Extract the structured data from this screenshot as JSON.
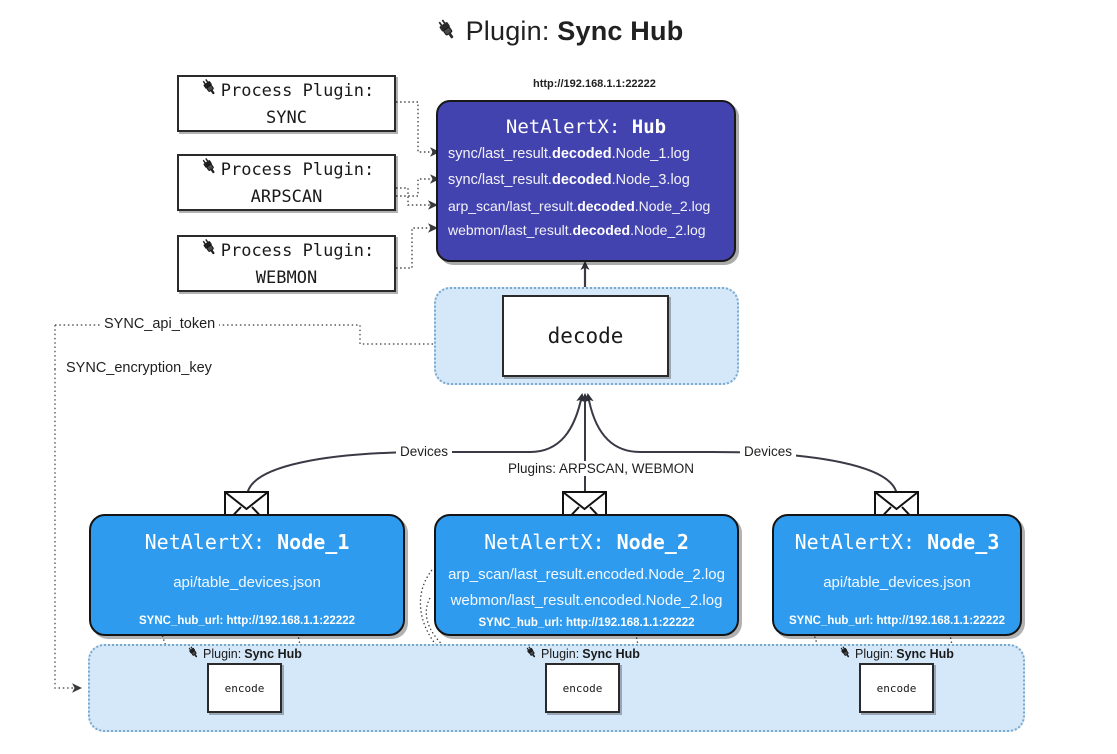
{
  "title": {
    "icon": "plug-icon",
    "prefix": "Plugin:",
    "name": "Sync Hub"
  },
  "process_plugins": [
    {
      "icon": "plug-icon",
      "line1": "Process Plugin:",
      "line2": "SYNC"
    },
    {
      "icon": "plug-icon",
      "line1": "Process Plugin:",
      "line2": "ARPSCAN"
    },
    {
      "icon": "plug-icon",
      "line1": "Process Plugin:",
      "line2": "WEBMON"
    }
  ],
  "hub": {
    "url": "http://192.168.1.1:22222",
    "title_prefix": "NetAlertX:",
    "title_name": "Hub",
    "lines": [
      {
        "pre": "sync/last_result.",
        "bold": "decoded",
        "post": ".Node_1.log"
      },
      {
        "pre": "sync/last_result.",
        "bold": "decoded",
        "post": ".Node_3.log"
      },
      {
        "pre": "arp_scan/last_result.",
        "bold": "decoded",
        "post": ".Node_2.log"
      },
      {
        "pre": "webmon/last_result.",
        "bold": "decoded",
        "post": ".Node_2.log"
      }
    ],
    "bg_color": "#4343b0"
  },
  "decode": {
    "label": "decode",
    "cluster_color": "#d4e8fa"
  },
  "settings": {
    "api_token": "SYNC_api_token",
    "encryption_key": "SYNC_encryption_key"
  },
  "edge_labels": {
    "devices_left": "Devices",
    "devices_right": "Devices",
    "plugins_center": "Plugins: ARPSCAN, WEBMON"
  },
  "nodes": [
    {
      "icon": "envelope-icon",
      "title_prefix": "NetAlertX:",
      "title_name": "Node_1",
      "lines": [
        "api/table_devices.json"
      ],
      "hub_url_label": "SYNC_hub_url: http://192.168.1.1:22222",
      "bg_color": "#2f9bee"
    },
    {
      "icon": "envelope-icon",
      "title_prefix": "NetAlertX:",
      "title_name": "Node_2",
      "lines": [
        "arp_scan/last_result.encoded.Node_2.log",
        "webmon/last_result.encoded.Node_2.log"
      ],
      "hub_url_label": "SYNC_hub_url: http://192.168.1.1:22222",
      "bg_color": "#2f9bee"
    },
    {
      "icon": "envelope-icon",
      "title_prefix": "NetAlertX:",
      "title_name": "Node_3",
      "lines": [
        "api/table_devices.json"
      ],
      "hub_url_label": "SYNC_hub_url: http://192.168.1.1:22222",
      "bg_color": "#2f9bee"
    }
  ],
  "encoders": [
    {
      "icon": "plug-icon",
      "caption_prefix": "Plugin:",
      "caption_name": "Sync Hub",
      "label": "encode"
    },
    {
      "icon": "plug-icon",
      "caption_prefix": "Plugin:",
      "caption_name": "Sync Hub",
      "label": "encode"
    },
    {
      "icon": "plug-icon",
      "caption_prefix": "Plugin:",
      "caption_name": "Sync Hub",
      "label": "encode"
    }
  ]
}
